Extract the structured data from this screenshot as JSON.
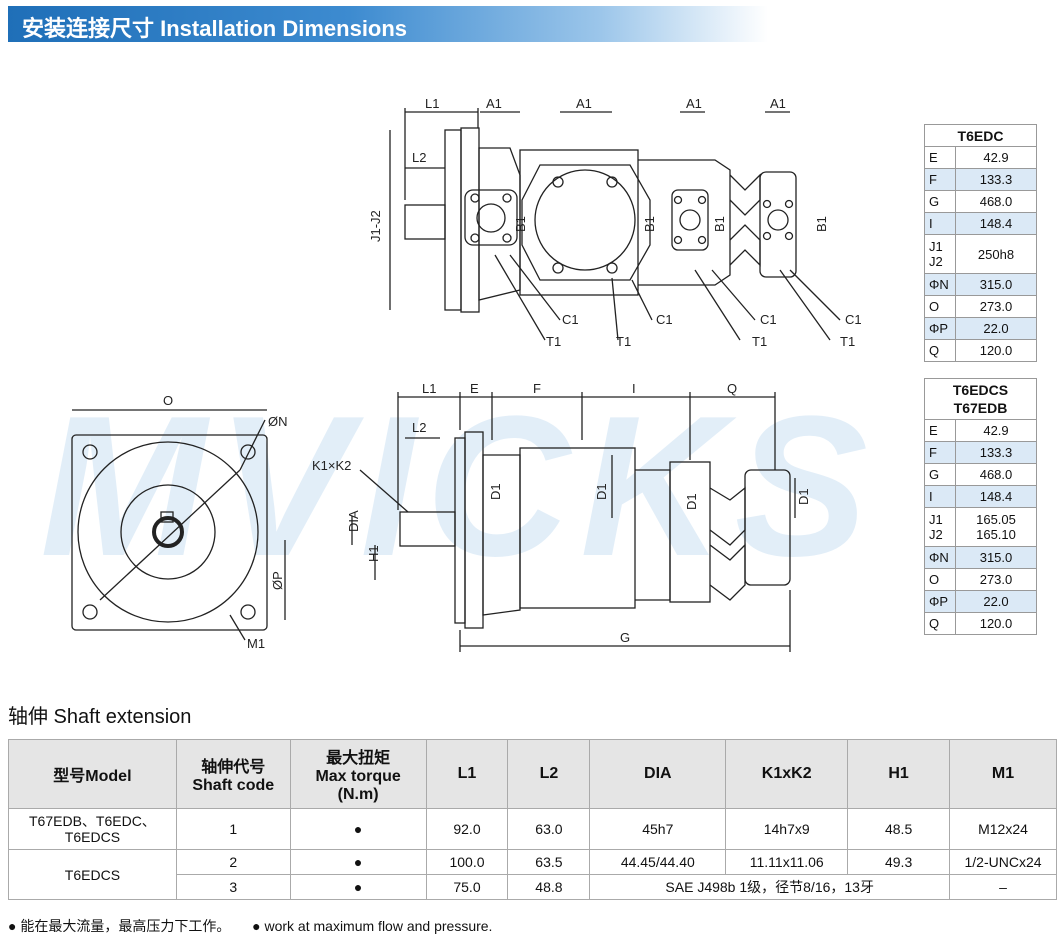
{
  "header": {
    "title": "安装连接尺寸 Installation Dimensions"
  },
  "watermark": "MVICKS",
  "drawing_labels": {
    "top": [
      "L1",
      "A1",
      "A1",
      "A1",
      "A1",
      "L2",
      "J1-J2",
      "B1",
      "B1",
      "B1",
      "B1",
      "C1",
      "C1",
      "C1",
      "C1",
      "T1",
      "T1",
      "T1",
      "T1"
    ],
    "front": [
      "O",
      "ØN",
      "ØP",
      "M1"
    ],
    "side": [
      "L1",
      "E",
      "F",
      "I",
      "Q",
      "L2",
      "K1×K2",
      "D1",
      "D1",
      "D1",
      "D1",
      "DIA",
      "H1",
      "G"
    ]
  },
  "table_t6edc": {
    "title": "T6EDC",
    "rows": [
      {
        "k": "E",
        "v": "42.9"
      },
      {
        "k": "F",
        "v": "133.3"
      },
      {
        "k": "G",
        "v": "468.0"
      },
      {
        "k": "I",
        "v": "148.4"
      },
      {
        "k": "J1\nJ2",
        "v": "250h8"
      },
      {
        "k": "ΦN",
        "v": "315.0"
      },
      {
        "k": "O",
        "v": "273.0"
      },
      {
        "k": "ΦP",
        "v": "22.0"
      },
      {
        "k": "Q",
        "v": "120.0"
      }
    ]
  },
  "table_t6edcs": {
    "title1": "T6EDCS",
    "title2": "T67EDB",
    "rows": [
      {
        "k": "E",
        "v": "42.9"
      },
      {
        "k": "F",
        "v": "133.3"
      },
      {
        "k": "G",
        "v": "468.0"
      },
      {
        "k": "I",
        "v": "148.4"
      },
      {
        "k": "J1\nJ2",
        "v": "165.05\n165.10"
      },
      {
        "k": "ΦN",
        "v": "315.0"
      },
      {
        "k": "O",
        "v": "273.0"
      },
      {
        "k": "ΦP",
        "v": "22.0"
      },
      {
        "k": "Q",
        "v": "120.0"
      }
    ]
  },
  "section_title": "轴伸 Shaft extension",
  "shaft_table": {
    "headers": [
      "型号Model",
      "轴伸代号\nShaft code",
      "最大扭矩\nMax torque\n(N.m)",
      "L1",
      "L2",
      "DIA",
      "K1xK2",
      "H1",
      "M1"
    ],
    "model_a": "T67EDB、T6EDC、\nT6EDCS",
    "model_b": "T6EDCS",
    "rows": [
      {
        "code": "1",
        "torque": "●",
        "l1": "92.0",
        "l2": "63.0",
        "dia": "45h7",
        "k": "14h7x9",
        "h1": "48.5",
        "m1": "M12x24"
      },
      {
        "code": "2",
        "torque": "●",
        "l1": "100.0",
        "l2": "63.5",
        "dia": "44.45/44.40",
        "k": "11.11x11.06",
        "h1": "49.3",
        "m1": "1/2-UNCx24"
      },
      {
        "code": "3",
        "torque": "●",
        "l1": "75.0",
        "l2": "48.8",
        "merged": "SAE J498b 1级，径节8/16，13牙",
        "m1": "–"
      }
    ]
  },
  "footnote": {
    "cn": "● 能在最大流量，最高压力下工作。",
    "en": "● work at maximum flow and pressure."
  }
}
